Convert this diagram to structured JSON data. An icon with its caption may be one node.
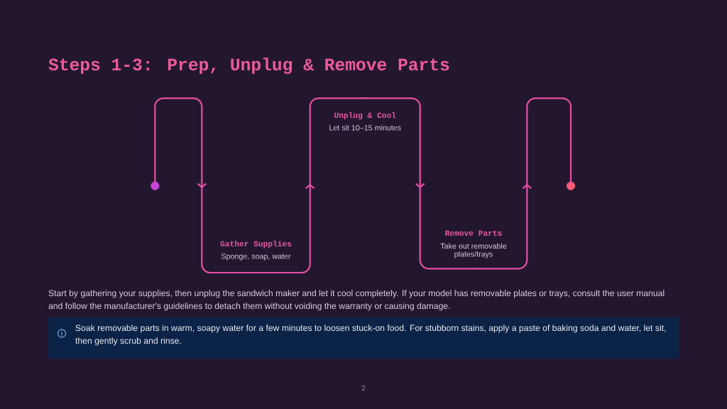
{
  "diagram": {
    "title": "Steps 1-3: Prep, Unplug & Remove Parts",
    "nodes": [
      {
        "text": [],
        "shape": "circle"
      },
      {
        "text": [
          "Gather Supplies",
          "Sponge, soap, water"
        ]
      },
      {
        "text": [
          "Unplug & Cool",
          "Let sit 10–15 minutes"
        ]
      },
      {
        "text": [
          "Remove Parts",
          "Take out removable plates/trays"
        ]
      },
      {
        "text": [],
        "shape": "circle"
      },
      {
        "text": [
          "Soak removable parts in warm, soapy water for a few minutes to loosen stuck-on food. For stubborn stains, apply a paste of baking soda and water, let sit, then gently scrub and rinse."
        ]
      }
    ],
    "edges": [
      {
        "from": 0,
        "to": 1,
        "arrow": "to"
      },
      {
        "from": 1,
        "to": 2,
        "arrow": "to"
      },
      {
        "from": 2,
        "to": 3,
        "arrow": "to"
      },
      {
        "from": 3,
        "to": 4,
        "arrow": "to"
      }
    ],
    "labels": [
      "Start by gathering your supplies, then unplug the sandwich maker and let it cool completely. If your model has removable plates or trays, consult the user manual and follow the manufacturer's guidelines to detach them without voiding the warranty or causing damage.",
      "2"
    ]
  }
}
